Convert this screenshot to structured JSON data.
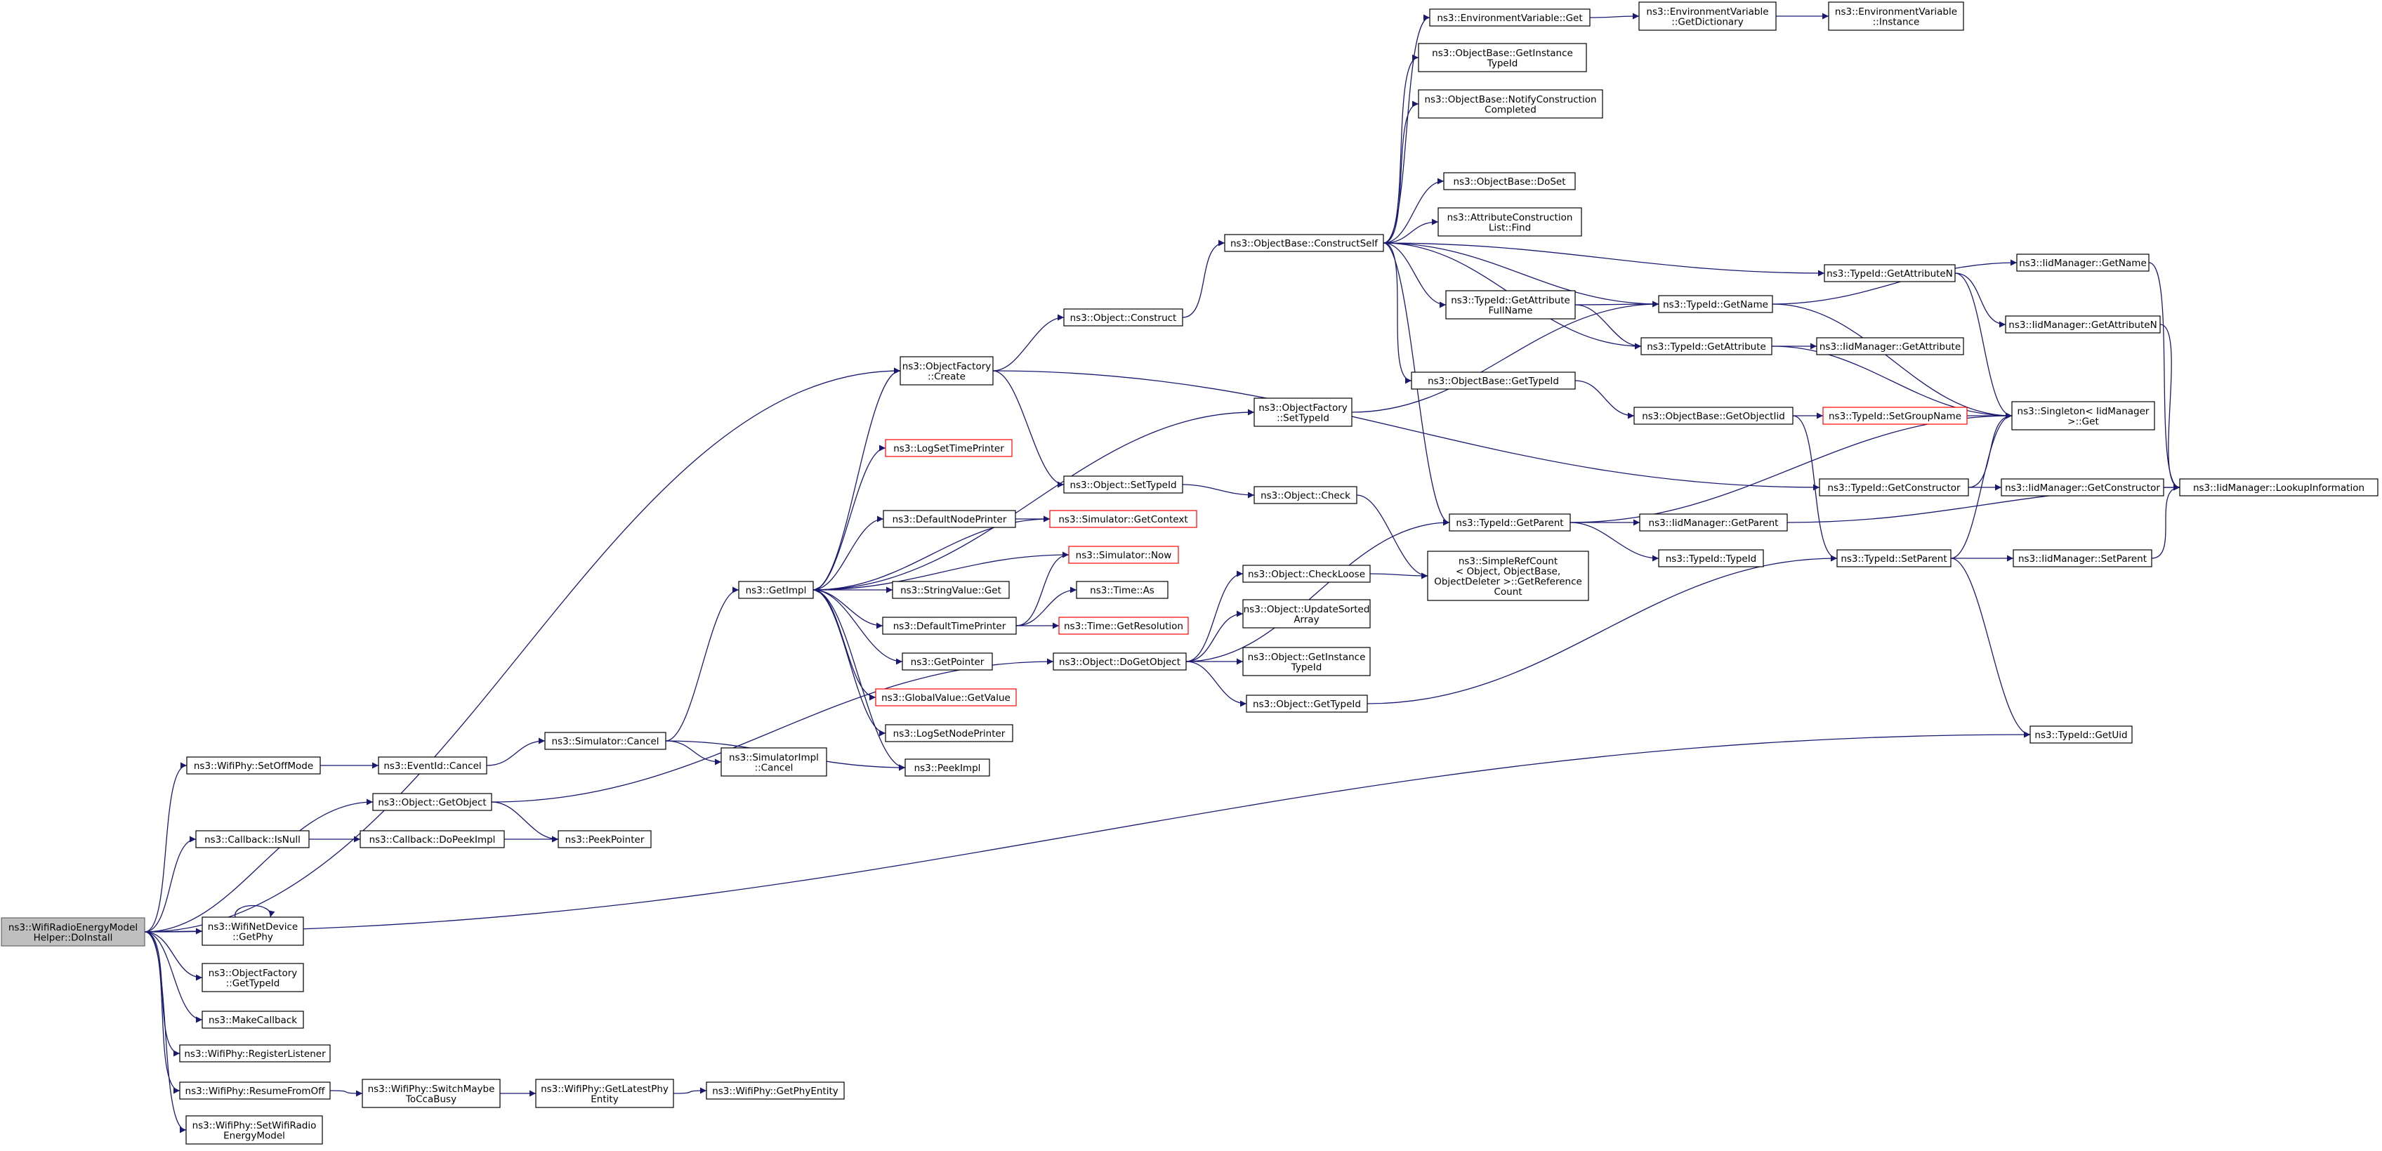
{
  "colors": {
    "edge": "#191970",
    "node_border": "#000000",
    "node_fill": "#ffffff",
    "root_fill": "#bfbfbf",
    "root_border": "#666666",
    "undocumented_border": "#ff0000"
  },
  "nodes": {
    "root": {
      "lines": [
        "ns3::WifiRadioEnergyModel",
        "Helper::DoInstall"
      ],
      "style": "root"
    },
    "setOffMode": {
      "lines": [
        "ns3::WifiPhy::SetOffMode"
      ],
      "style": "normal"
    },
    "getObject": {
      "lines": [
        "ns3::Object::GetObject"
      ],
      "style": "normal"
    },
    "cbIsNull": {
      "lines": [
        "ns3::Callback::IsNull"
      ],
      "style": "normal"
    },
    "wndGetPhy": {
      "lines": [
        "ns3::WifiNetDevice",
        "::GetPhy"
      ],
      "style": "normal"
    },
    "ofGetTypeId": {
      "lines": [
        "ns3::ObjectFactory",
        "::GetTypeId"
      ],
      "style": "normal"
    },
    "makeCallback": {
      "lines": [
        "ns3::MakeCallback"
      ],
      "style": "normal"
    },
    "registerListener": {
      "lines": [
        "ns3::WifiPhy::RegisterListener"
      ],
      "style": "normal"
    },
    "resumeFromOff": {
      "lines": [
        "ns3::WifiPhy::ResumeFromOff"
      ],
      "style": "normal"
    },
    "setWifiRadio": {
      "lines": [
        "ns3::WifiPhy::SetWifiRadio",
        "EnergyModel"
      ],
      "style": "normal"
    },
    "eventCancel": {
      "lines": [
        "ns3::EventId::Cancel"
      ],
      "style": "normal"
    },
    "cbDoPeek": {
      "lines": [
        "ns3::Callback::DoPeekImpl"
      ],
      "style": "normal"
    },
    "switchMaybe": {
      "lines": [
        "ns3::WifiPhy::SwitchMaybe",
        "ToCcaBusy"
      ],
      "style": "normal"
    },
    "simCancel": {
      "lines": [
        "ns3::Simulator::Cancel"
      ],
      "style": "normal"
    },
    "peekPointer": {
      "lines": [
        "ns3::PeekPointer"
      ],
      "style": "normal"
    },
    "getLatestPhy": {
      "lines": [
        "ns3::WifiPhy::GetLatestPhy",
        "Entity"
      ],
      "style": "normal"
    },
    "getPhyEntity": {
      "lines": [
        "ns3::WifiPhy::GetPhyEntity"
      ],
      "style": "normal"
    },
    "getImpl": {
      "lines": [
        "ns3::GetImpl"
      ],
      "style": "normal"
    },
    "simImplCancel": {
      "lines": [
        "ns3::SimulatorImpl",
        "::Cancel"
      ],
      "style": "normal"
    },
    "ofCreate": {
      "lines": [
        "ns3::ObjectFactory",
        "::Create"
      ],
      "style": "normal"
    },
    "logSetTimePrinter": {
      "lines": [
        "ns3::LogSetTimePrinter"
      ],
      "style": "red"
    },
    "defaultNodePrinter": {
      "lines": [
        "ns3::DefaultNodePrinter"
      ],
      "style": "normal"
    },
    "stringValueGet": {
      "lines": [
        "ns3::StringValue::Get"
      ],
      "style": "normal"
    },
    "defaultTimePrinter": {
      "lines": [
        "ns3::DefaultTimePrinter"
      ],
      "style": "normal"
    },
    "getPointer": {
      "lines": [
        "ns3::GetPointer"
      ],
      "style": "normal"
    },
    "globalValueGetValue": {
      "lines": [
        "ns3::GlobalValue::GetValue"
      ],
      "style": "red"
    },
    "logSetNodePrinter": {
      "lines": [
        "ns3::LogSetNodePrinter"
      ],
      "style": "normal"
    },
    "peekImpl": {
      "lines": [
        "ns3::PeekImpl"
      ],
      "style": "normal"
    },
    "objConstruct": {
      "lines": [
        "ns3::Object::Construct"
      ],
      "style": "normal"
    },
    "objSetTypeId": {
      "lines": [
        "ns3::Object::SetTypeId"
      ],
      "style": "normal"
    },
    "simGetContext": {
      "lines": [
        "ns3::Simulator::GetContext"
      ],
      "style": "red"
    },
    "simNow": {
      "lines": [
        "ns3::Simulator::Now"
      ],
      "style": "red"
    },
    "timeAs": {
      "lines": [
        "ns3::Time::As"
      ],
      "style": "normal"
    },
    "timeGetResolution": {
      "lines": [
        "ns3::Time::GetResolution"
      ],
      "style": "red"
    },
    "doGetObject": {
      "lines": [
        "ns3::Object::DoGetObject"
      ],
      "style": "normal"
    },
    "ofSetTypeId": {
      "lines": [
        "ns3::ObjectFactory",
        "::SetTypeId"
      ],
      "style": "normal"
    },
    "objCheck": {
      "lines": [
        "ns3::Object::Check"
      ],
      "style": "normal"
    },
    "objCheckLoose": {
      "lines": [
        "ns3::Object::CheckLoose"
      ],
      "style": "normal"
    },
    "objUpdateSorted": {
      "lines": [
        "ns3::Object::UpdateSorted",
        "Array"
      ],
      "style": "normal"
    },
    "objGetInstanceTypeId": {
      "lines": [
        "ns3::Object::GetInstance",
        "TypeId"
      ],
      "style": "normal"
    },
    "objGetTypeId": {
      "lines": [
        "ns3::Object::GetTypeId"
      ],
      "style": "normal"
    },
    "obConstructSelf": {
      "lines": [
        "ns3::ObjectBase::ConstructSelf"
      ],
      "style": "normal"
    },
    "envGet": {
      "lines": [
        "ns3::EnvironmentVariable::Get"
      ],
      "style": "normal"
    },
    "obGetInstanceTypeId": {
      "lines": [
        "ns3::ObjectBase::GetInstance",
        "TypeId"
      ],
      "style": "normal"
    },
    "obNotifyConstruction": {
      "lines": [
        "ns3::ObjectBase::NotifyConstruction",
        "Completed"
      ],
      "style": "normal"
    },
    "obDoSet": {
      "lines": [
        "ns3::ObjectBase::DoSet"
      ],
      "style": "normal"
    },
    "attrConstructionFind": {
      "lines": [
        "ns3::AttributeConstruction",
        "List::Find"
      ],
      "style": "normal"
    },
    "tidGetAttributeFullName": {
      "lines": [
        "ns3::TypeId::GetAttribute",
        "FullName"
      ],
      "style": "normal"
    },
    "obGetTypeId": {
      "lines": [
        "ns3::ObjectBase::GetTypeId"
      ],
      "style": "normal"
    },
    "tidGetParent": {
      "lines": [
        "ns3::TypeId::GetParent"
      ],
      "style": "normal"
    },
    "simpleRefCount": {
      "lines": [
        "ns3::SimpleRefCount",
        "< Object, ObjectBase,",
        "ObjectDeleter >::GetReference",
        "Count"
      ],
      "style": "normal"
    },
    "envGetDictionary": {
      "lines": [
        "ns3::EnvironmentVariable",
        "::GetDictionary"
      ],
      "style": "normal"
    },
    "envInstance": {
      "lines": [
        "ns3::EnvironmentVariable",
        "::Instance"
      ],
      "style": "normal"
    },
    "tidGetName": {
      "lines": [
        "ns3::TypeId::GetName"
      ],
      "style": "normal"
    },
    "tidGetAttribute": {
      "lines": [
        "ns3::TypeId::GetAttribute"
      ],
      "style": "normal"
    },
    "obGetObjectIid": {
      "lines": [
        "ns3::ObjectBase::GetObjectIid"
      ],
      "style": "normal"
    },
    "iidGetParent": {
      "lines": [
        "ns3::IidManager::GetParent"
      ],
      "style": "normal"
    },
    "tidTypeId": {
      "lines": [
        "ns3::TypeId::TypeId"
      ],
      "style": "normal"
    },
    "tidGetAttributeN": {
      "lines": [
        "ns3::TypeId::GetAttributeN"
      ],
      "style": "normal"
    },
    "iidGetAttribute": {
      "lines": [
        "ns3::IidManager::GetAttribute"
      ],
      "style": "normal"
    },
    "tidSetGroupName": {
      "lines": [
        "ns3::TypeId::SetGroupName"
      ],
      "style": "red"
    },
    "tidGetConstructor": {
      "lines": [
        "ns3::TypeId::GetConstructor"
      ],
      "style": "normal"
    },
    "tidSetParent": {
      "lines": [
        "ns3::TypeId::SetParent"
      ],
      "style": "normal"
    },
    "tidGetUid": {
      "lines": [
        "ns3::TypeId::GetUid"
      ],
      "style": "normal"
    },
    "iidGetName": {
      "lines": [
        "ns3::IidManager::GetName"
      ],
      "style": "normal"
    },
    "iidGetAttributeN": {
      "lines": [
        "ns3::IidManager::GetAttributeN"
      ],
      "style": "normal"
    },
    "singletonGet": {
      "lines": [
        "ns3::Singleton< IidManager",
        " >::Get"
      ],
      "style": "normal"
    },
    "iidGetConstructor": {
      "lines": [
        "ns3::IidManager::GetConstructor"
      ],
      "style": "normal"
    },
    "iidSetParent": {
      "lines": [
        "ns3::IidManager::SetParent"
      ],
      "style": "normal"
    },
    "iidLookupInformation": {
      "lines": [
        "ns3::IidManager::LookupInformation"
      ],
      "style": "normal"
    }
  },
  "edges": [
    [
      "root",
      "setOffMode"
    ],
    [
      "root",
      "getObject"
    ],
    [
      "root",
      "cbIsNull"
    ],
    [
      "root",
      "wndGetPhy"
    ],
    [
      "root",
      "ofGetTypeId"
    ],
    [
      "root",
      "makeCallback"
    ],
    [
      "root",
      "registerListener"
    ],
    [
      "root",
      "resumeFromOff"
    ],
    [
      "root",
      "setWifiRadio"
    ],
    [
      "root",
      "ofCreate"
    ],
    [
      "root",
      "tidGetUid"
    ],
    [
      "setOffMode",
      "eventCancel"
    ],
    [
      "eventCancel",
      "simCancel"
    ],
    [
      "simCancel",
      "getImpl"
    ],
    [
      "simCancel",
      "simImplCancel"
    ],
    [
      "simCancel",
      "peekImpl"
    ],
    [
      "getObject",
      "doGetObject"
    ],
    [
      "getObject",
      "peekPointer"
    ],
    [
      "cbIsNull",
      "cbDoPeek"
    ],
    [
      "cbDoPeek",
      "peekPointer"
    ],
    [
      "wndGetPhy",
      "wndGetPhy"
    ],
    [
      "resumeFromOff",
      "switchMaybe"
    ],
    [
      "switchMaybe",
      "getLatestPhy"
    ],
    [
      "getLatestPhy",
      "getPhyEntity"
    ],
    [
      "getImpl",
      "ofCreate"
    ],
    [
      "getImpl",
      "ofSetTypeId"
    ],
    [
      "getImpl",
      "logSetTimePrinter"
    ],
    [
      "getImpl",
      "defaultNodePrinter"
    ],
    [
      "getImpl",
      "simGetContext"
    ],
    [
      "getImpl",
      "stringValueGet"
    ],
    [
      "getImpl",
      "defaultTimePrinter"
    ],
    [
      "getImpl",
      "getPointer"
    ],
    [
      "getImpl",
      "globalValueGetValue"
    ],
    [
      "getImpl",
      "logSetNodePrinter"
    ],
    [
      "getImpl",
      "peekImpl"
    ],
    [
      "simNow",
      "getImpl"
    ],
    [
      "defaultNodePrinter",
      "simGetContext"
    ],
    [
      "defaultTimePrinter",
      "simNow"
    ],
    [
      "defaultTimePrinter",
      "timeAs"
    ],
    [
      "defaultTimePrinter",
      "timeGetResolution"
    ],
    [
      "ofCreate",
      "objConstruct"
    ],
    [
      "ofCreate",
      "objSetTypeId"
    ],
    [
      "ofCreate",
      "tidGetConstructor"
    ],
    [
      "objConstruct",
      "obConstructSelf"
    ],
    [
      "objSetTypeId",
      "objCheck"
    ],
    [
      "objCheck",
      "simpleRefCount"
    ],
    [
      "ofSetTypeId",
      "tidGetName"
    ],
    [
      "doGetObject",
      "tidGetParent"
    ],
    [
      "doGetObject",
      "objCheckLoose"
    ],
    [
      "doGetObject",
      "objUpdateSorted"
    ],
    [
      "doGetObject",
      "objGetInstanceTypeId"
    ],
    [
      "doGetObject",
      "objGetTypeId"
    ],
    [
      "objCheckLoose",
      "simpleRefCount"
    ],
    [
      "objGetTypeId",
      "tidSetParent"
    ],
    [
      "obConstructSelf",
      "envGet"
    ],
    [
      "obConstructSelf",
      "obGetInstanceTypeId"
    ],
    [
      "obConstructSelf",
      "obNotifyConstruction"
    ],
    [
      "obConstructSelf",
      "obDoSet"
    ],
    [
      "obConstructSelf",
      "attrConstructionFind"
    ],
    [
      "obConstructSelf",
      "tidGetAttributeFullName"
    ],
    [
      "obConstructSelf",
      "obGetTypeId"
    ],
    [
      "obConstructSelf",
      "tidGetParent"
    ],
    [
      "obConstructSelf",
      "tidGetName"
    ],
    [
      "obConstructSelf",
      "tidGetAttribute"
    ],
    [
      "obConstructSelf",
      "tidGetAttributeN"
    ],
    [
      "envGet",
      "envGetDictionary"
    ],
    [
      "envGetDictionary",
      "envInstance"
    ],
    [
      "tidGetAttributeFullName",
      "tidGetName"
    ],
    [
      "tidGetAttributeFullName",
      "tidGetAttribute"
    ],
    [
      "obGetTypeId",
      "obGetObjectIid"
    ],
    [
      "obGetObjectIid",
      "tidSetGroupName"
    ],
    [
      "obGetObjectIid",
      "tidSetParent"
    ],
    [
      "tidSetGroupName",
      "singletonGet"
    ],
    [
      "tidGetParent",
      "iidGetParent"
    ],
    [
      "tidGetParent",
      "tidTypeId"
    ],
    [
      "tidGetParent",
      "singletonGet"
    ],
    [
      "tidGetName",
      "iidGetName"
    ],
    [
      "tidGetName",
      "singletonGet"
    ],
    [
      "tidGetAttribute",
      "iidGetAttribute"
    ],
    [
      "tidGetAttribute",
      "singletonGet"
    ],
    [
      "tidGetAttributeN",
      "iidGetAttributeN"
    ],
    [
      "tidGetAttributeN",
      "singletonGet"
    ],
    [
      "tidGetConstructor",
      "iidGetConstructor"
    ],
    [
      "tidGetConstructor",
      "singletonGet"
    ],
    [
      "tidSetParent",
      "iidSetParent"
    ],
    [
      "tidSetParent",
      "singletonGet"
    ],
    [
      "tidSetParent",
      "tidGetUid"
    ],
    [
      "iidGetName",
      "iidLookupInformation"
    ],
    [
      "iidGetAttributeN",
      "iidLookupInformation"
    ],
    [
      "iidGetConstructor",
      "iidLookupInformation"
    ],
    [
      "iidGetParent",
      "iidLookupInformation"
    ],
    [
      "iidSetParent",
      "iidLookupInformation"
    ]
  ]
}
